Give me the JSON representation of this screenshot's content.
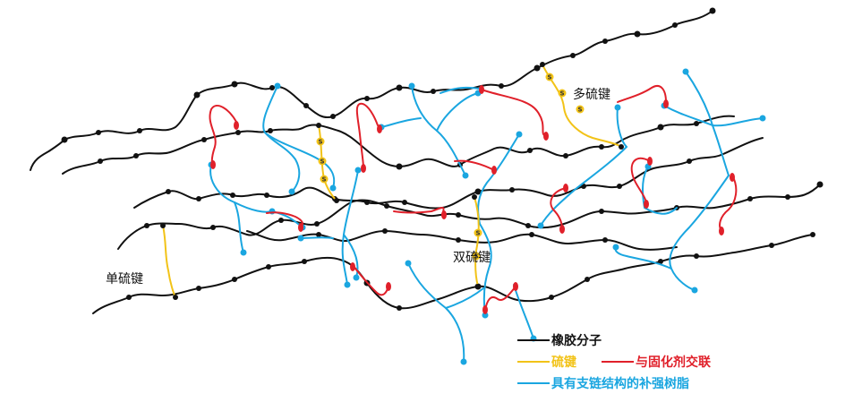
{
  "labels": {
    "multi": "多硫键",
    "double": "双硫键",
    "single": "单硫键",
    "s": "S"
  },
  "legend": {
    "rubber": "橡胶分子",
    "sulfur": "硫键",
    "curing": "与固化剂交联",
    "resin": "具有支链结构的补强树脂"
  },
  "colors": {
    "rubber": "#111111",
    "sulfur": "#f2c318",
    "curing": "#e0202a",
    "resin": "#1aa6e0",
    "label": "#111111"
  }
}
